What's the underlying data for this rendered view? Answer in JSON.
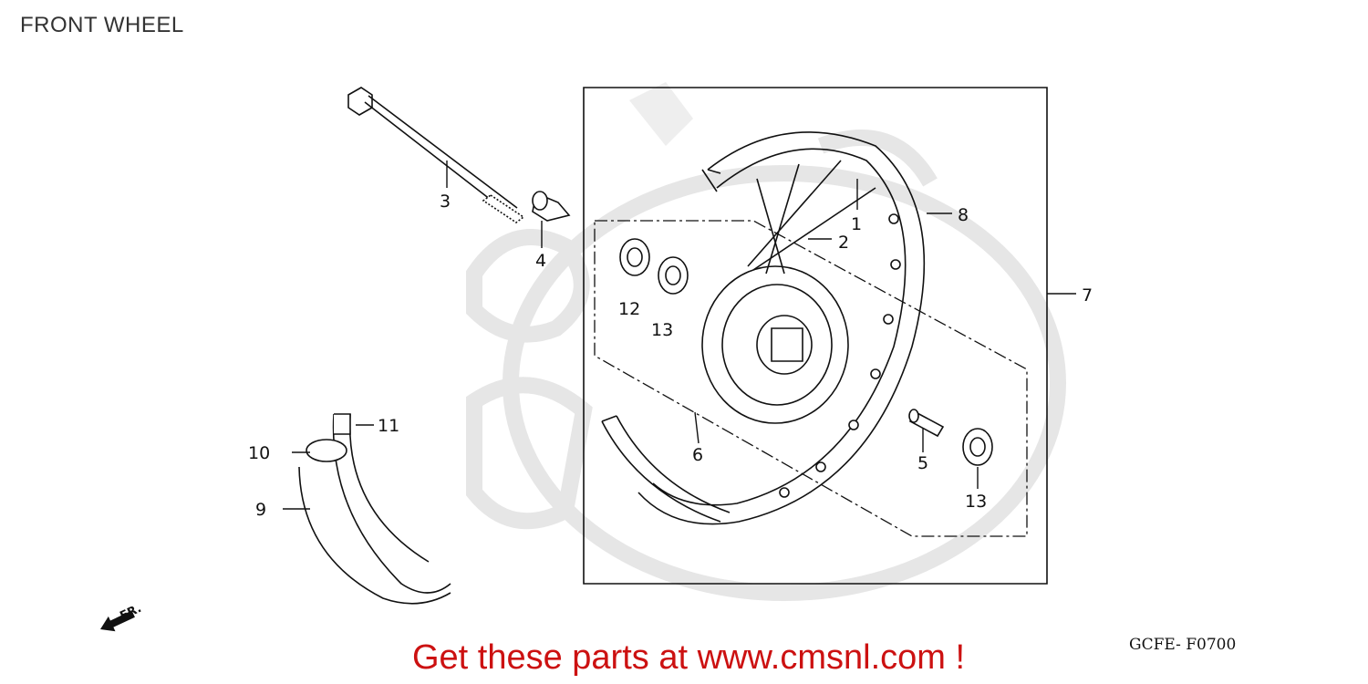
{
  "title": "FRONT WHEEL",
  "diagram_code": "GCFE- F0700",
  "promo_text": "Get these parts at www.cmsnl.com !",
  "callouts": {
    "c1": "1",
    "c2": "2",
    "c3": "3",
    "c4": "4",
    "c5": "5",
    "c6": "6",
    "c7": "7",
    "c8": "8",
    "c9": "9",
    "c10": "10",
    "c11": "11",
    "c12": "12",
    "c13a": "13",
    "c13b": "13"
  },
  "direction_label": "FR.",
  "colors": {
    "line": "#111111",
    "watermark": "#e6e6e6",
    "promo": "#cc1111",
    "title": "#333333"
  }
}
